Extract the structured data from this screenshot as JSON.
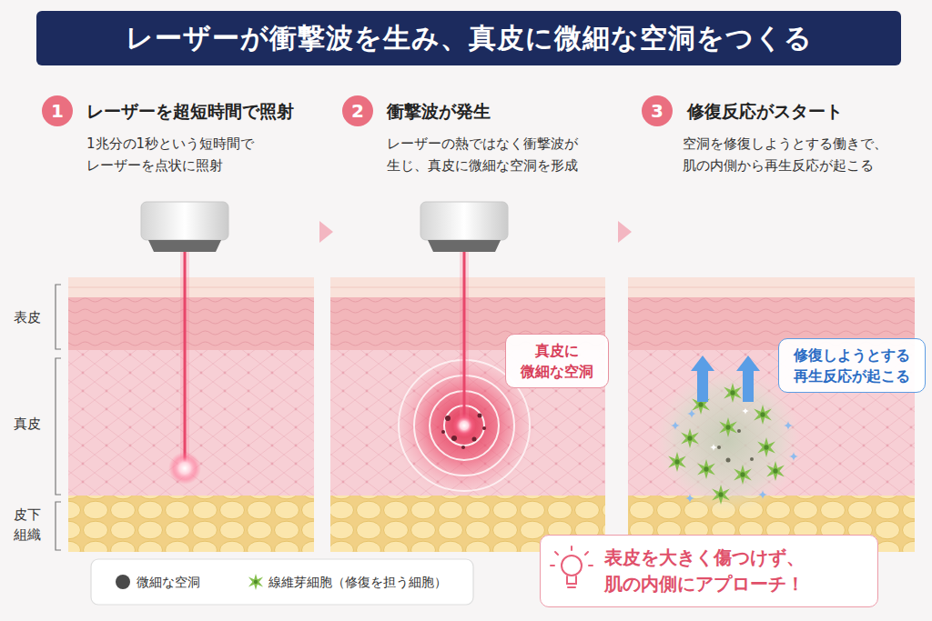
{
  "diagram": {
    "title": "レーザーが衝撃波を生み、真皮に微細な空洞をつくる",
    "nodes": [
      {
        "text": [
          "1"
        ]
      },
      {
        "text": [
          "2"
        ]
      },
      {
        "text": [
          "3"
        ]
      },
      {
        "text": [
          "真皮に 微細な空洞"
        ]
      },
      {
        "text": [
          "修復しようとする 再生反応が起こる"
        ]
      },
      {
        "text": [
          "表皮を大きく傷つけず、 肌の内側にアプローチ！"
        ]
      }
    ],
    "labels": [
      "レーザーを超短時間で照射",
      "1兆分の1秒という短時間で レーザーを点状に照射",
      "衝撃波が発生",
      "レーザーの熱ではなく衝撃波が 生じ、真皮に微細な空洞を形成",
      "修復反応がスタート",
      "空洞を修復しようとする働きで、 肌の内側から再生反応が起こる",
      "表皮",
      "真皮",
      "皮下 組織"
    ],
    "legend": [
      {
        "text": "微細な空洞",
        "color": "#4a4a4a"
      },
      {
        "text": "線維芽細胞（修復を担う細胞）"
      }
    ]
  }
}
